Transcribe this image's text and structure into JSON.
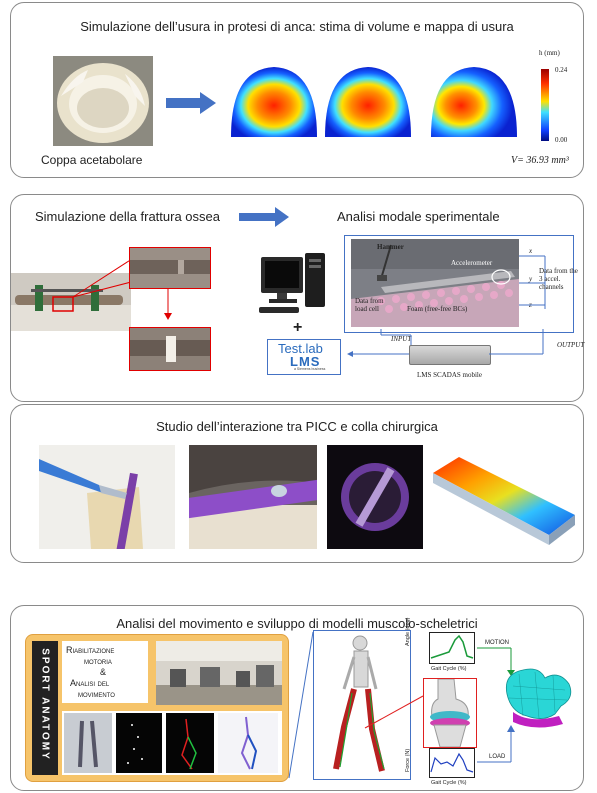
{
  "panel1": {
    "title": "Simulazione dell’usura in protesi di anca: stima di volume e mappa di usura",
    "cup_label": "Coppa acetabolare",
    "colorbar_unit": "h (mm)",
    "colorbar_max": "0.24",
    "colorbar_min": "0.00",
    "volume_label": "V= 36.93 mm³",
    "colors": {
      "arrow": "#4472c4",
      "hot": "#ff2a00",
      "cold": "#0a2bd6"
    }
  },
  "panel2": {
    "title_left": "Simulazione della frattura ossea",
    "title_right": "Analisi modale sperimentale",
    "plus": "+",
    "hammer": "Hammer",
    "accelerometer": "Accelerometer",
    "data_loadcell": "Data from load cell",
    "foam": "Foam (free-free BCs)",
    "data_accel": "Data from the 3 accel. channels",
    "axis_x": "x",
    "axis_y": "y",
    "axis_z": "z",
    "input": "INPUT",
    "output": "OUTPUT",
    "scadas": "LMS SCADAS mobile",
    "testlab": "Test.lab",
    "lms": "LMS",
    "siemens": "a Siemens business"
  },
  "panel3": {
    "title": "Studio dell’interazione tra PICC e colla chirurgica"
  },
  "panel4": {
    "title": "Analisi del movimento e  sviluppo di modelli muscolo-scheletrici",
    "logo_text": "SPORT ANATOMY",
    "box_line1": "Riabilitazione",
    "box_line2": "motoria",
    "box_amp": "&",
    "box_line3": "Analisi del",
    "box_line4": "movimento",
    "angle_ylabel": "Angle (deg)",
    "gait_xlabel": "Gait Cycle (%)",
    "force_ylabel": "Force (N)",
    "motion": "MOTION",
    "load": "LOAD"
  }
}
